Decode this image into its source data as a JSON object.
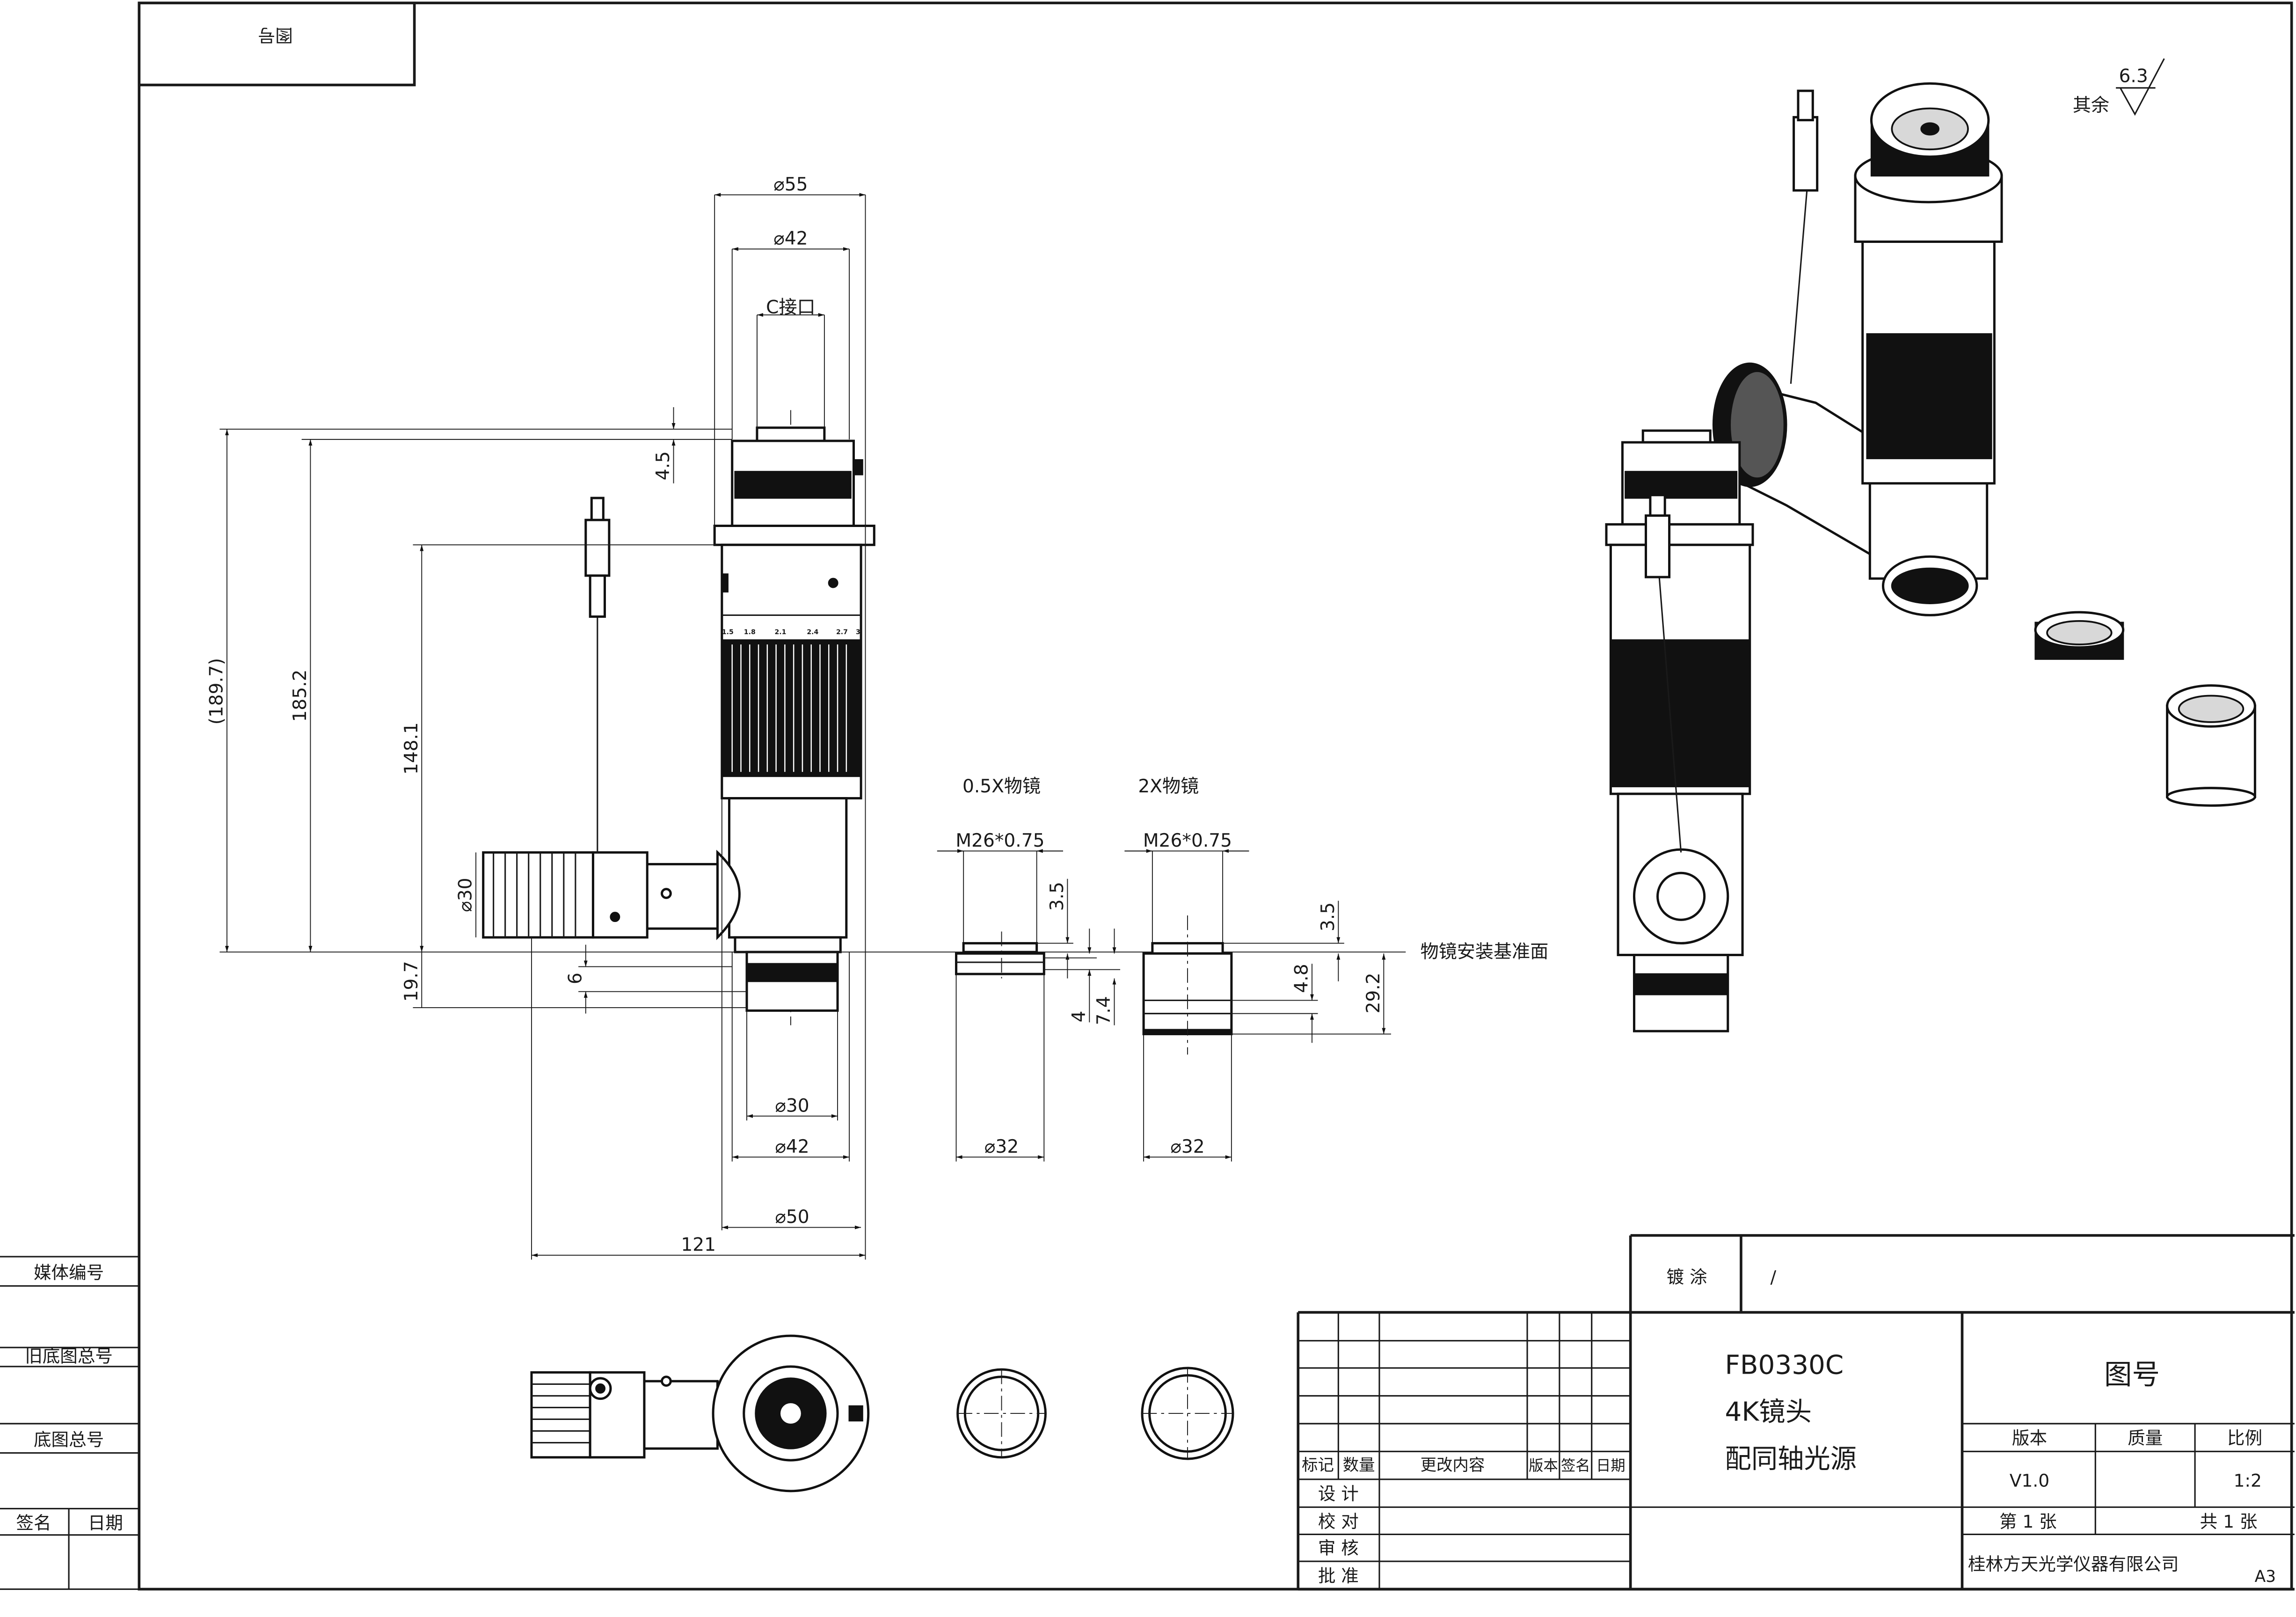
{
  "top_tab": "图号",
  "roughness": {
    "prefix": "其余",
    "value": "6.3"
  },
  "main_view": {
    "top_dims": {
      "d55": "⌀55",
      "d42": "⌀42",
      "c_mount": "C接口"
    },
    "vertical_dims": {
      "h189": "(189.7)",
      "h185": "185.2",
      "h148": "148.1",
      "h19": "19.7",
      "h6": "6",
      "h4_5": "4.5",
      "d30": "⌀30"
    },
    "bottom_dims": {
      "d30": "⌀30",
      "d42": "⌀42",
      "d50": "⌀50",
      "w121": "121"
    },
    "scale_labels": [
      "1.5",
      "1.8",
      "2.1",
      "2.4",
      "2.7",
      "3"
    ]
  },
  "objectives": {
    "half_x": {
      "title": "0.5X物镜",
      "thread": "M26*0.75",
      "dim_a": "3.5",
      "dim_b": "4",
      "dim_c": "7.4",
      "dia": "⌀32"
    },
    "two_x": {
      "title": "2X物镜",
      "thread": "M26*0.75",
      "dim_a": "3.5",
      "dim_b": "4.8",
      "dim_c": "29.2",
      "dia": "⌀32"
    },
    "datum_label": "物镜安装基准面"
  },
  "side_table": {
    "media_no": "媒体编号",
    "old_base_no": "旧底图总号",
    "base_no": "底图总号",
    "signature": "签名",
    "date": "日期"
  },
  "title_block": {
    "coating_label": "镀 涂",
    "coating_value": "/",
    "revision_headers": [
      "标记",
      "数量",
      "更改内容",
      "版本",
      "签名",
      "日期"
    ],
    "roles": [
      "设  计",
      "校  对",
      "审  核",
      "批  准"
    ],
    "product_code": "FB0330C",
    "product_line1": "4K镜头",
    "product_line2": "配同轴光源",
    "drawing_no_label": "图号",
    "version_label": "版本",
    "mass_label": "质量",
    "scale_label": "比例",
    "version": "V1.0",
    "scale": "1:2",
    "sheet": "第 1 张",
    "total": "共 1 张",
    "company": "桂林方天光学仪器有限公司",
    "paper": "A3"
  }
}
